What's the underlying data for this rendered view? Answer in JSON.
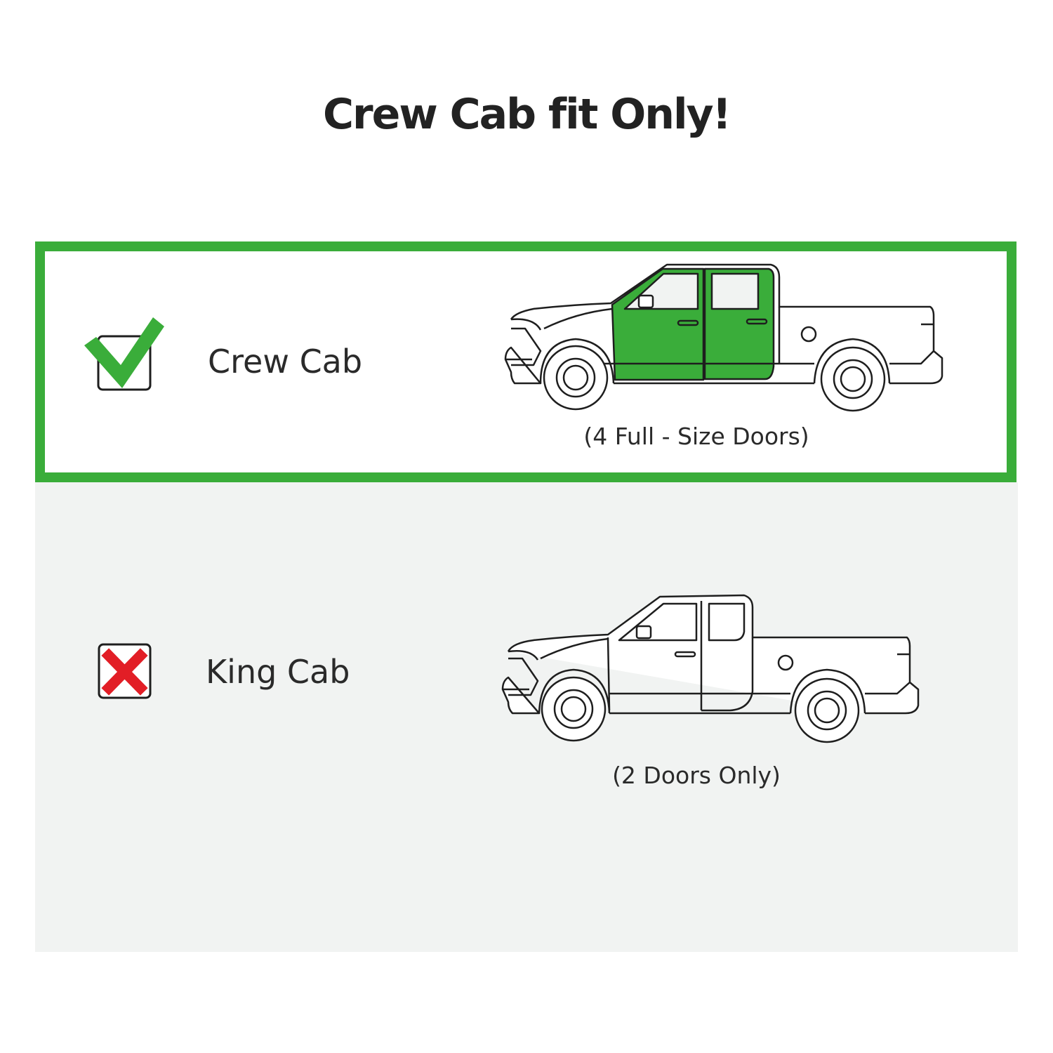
{
  "title": "Crew Cab fit Only!",
  "colors": {
    "accent": "#3aad3a",
    "reject": "#e21e26",
    "panel_bg": "#f1f3f2",
    "outline": "#1e1e1e"
  },
  "options": [
    {
      "label": "Crew Cab",
      "caption": "(4 Full - Size Doors)",
      "status_icon": "checkmark-icon",
      "fits": true
    },
    {
      "label": "King Cab",
      "caption": "(2 Doors Only)",
      "status_icon": "x-mark-icon",
      "fits": false
    }
  ]
}
